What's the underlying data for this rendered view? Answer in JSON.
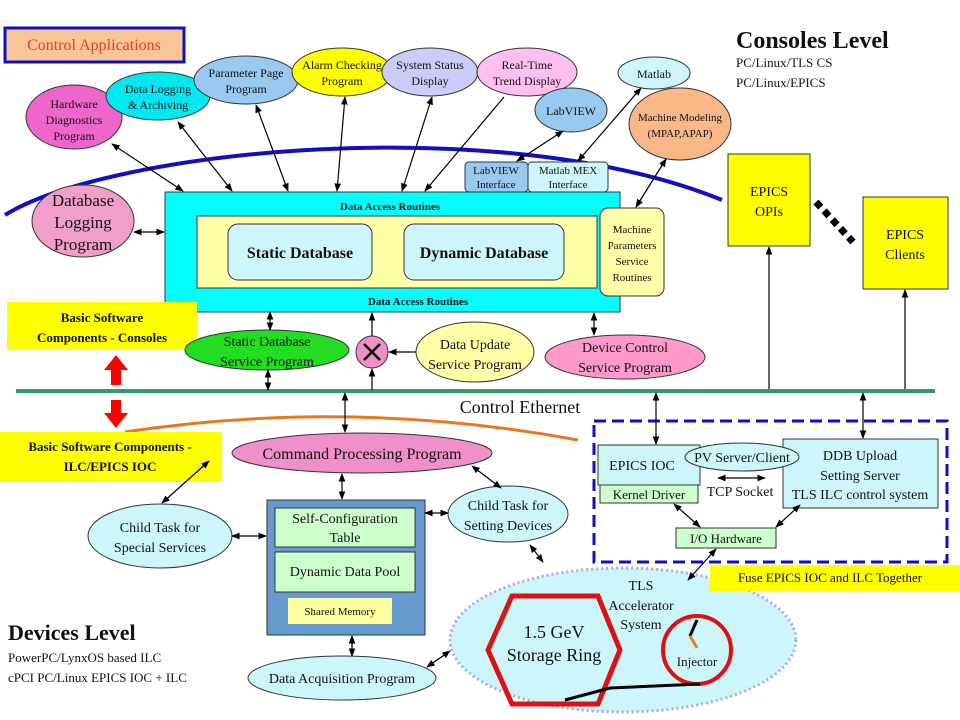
{
  "legend_label": "Control Applications",
  "apps": [
    {
      "lines": [
        "Hardware",
        "Diagnostics",
        "Program"
      ],
      "color": "#ee66cc"
    },
    {
      "lines": [
        "Data Logging",
        "& Archiving"
      ],
      "color": "#00e8f0"
    },
    {
      "lines": [
        "Parameter Page",
        "Program"
      ],
      "color": "#99c8f0"
    },
    {
      "lines": [
        "Alarm Checking",
        "Program"
      ],
      "color": "#ffff00"
    },
    {
      "lines": [
        "System Status",
        "Display"
      ],
      "color": "#ccccf8"
    },
    {
      "lines": [
        "Real-Time",
        "Trend Display"
      ],
      "color": "#ffc0f0"
    },
    {
      "lines": [
        "Matlab"
      ],
      "color": "#ccf6fa"
    },
    {
      "lines": [
        "LabVIEW"
      ],
      "color": "#99c8f0"
    },
    {
      "lines": [
        "Machine Modeling",
        "(MPAP,APAP)"
      ],
      "color": "#f8b888"
    }
  ],
  "interfaces": {
    "labview": [
      "LabVIEW",
      "Interface"
    ],
    "matlab": [
      "Matlab MEX",
      "Interface"
    ]
  },
  "consoles": {
    "title": "Consoles Level",
    "lines": [
      "PC/Linux/TLS CS",
      "PC/Linux/EPICS"
    ]
  },
  "database": {
    "access_top": "Data Access Routines",
    "access_bottom": "Data Access Routines",
    "static": "Static Database",
    "dynamic": "Dynamic Database",
    "machine_params": [
      "Machine",
      "Parameters",
      "Service",
      "Routines"
    ],
    "logging": [
      "Database",
      "Logging",
      "Program"
    ]
  },
  "epics": {
    "opis": [
      "EPICS",
      "OPIs"
    ],
    "clients": [
      "EPICS",
      "Clients"
    ]
  },
  "labels": {
    "consoles_components": [
      "Basic Software",
      "Components - Consoles"
    ],
    "ioc_components": [
      "Basic Software Components -",
      "ILC/EPICS IOC"
    ],
    "ethernet": "Control Ethernet",
    "fuse": "Fuse EPICS IOC and ILC Together"
  },
  "services": {
    "static_service": [
      "Static Database",
      "Service Program"
    ],
    "data_update": [
      "Data Update",
      "Service Program"
    ],
    "device_control": [
      "Device Control",
      "Service Program"
    ]
  },
  "ilc": {
    "command": "Command Processing Program",
    "child_special": [
      "Child Task for",
      "Special Services"
    ],
    "child_setting": [
      "Child Task for",
      "Setting Devices"
    ],
    "self_config": [
      "Self-Configuration",
      "Table"
    ],
    "dynamic_pool": "Dynamic Data Pool",
    "shared_memory": "Shared Memory",
    "data_acq": "Data Acquisition Program"
  },
  "devices": {
    "title": "Devices Level",
    "lines": [
      "PowerPC/LynxOS based ILC",
      "cPCI PC/Linux EPICS IOC + ILC"
    ]
  },
  "fuse_box": {
    "epics_ioc": "EPICS IOC",
    "kernel_driver": "Kernel Driver",
    "pv": "PV Server/Client",
    "tcp": "TCP Socket",
    "ddb": [
      "DDB Upload",
      "Setting Server",
      "TLS ILC control system"
    ],
    "io": "I/O Hardware"
  },
  "accelerator": {
    "label": [
      "TLS",
      "Accelerator",
      "System"
    ],
    "ring": [
      "1.5 GeV",
      "Storage Ring"
    ],
    "injector": "Injector"
  }
}
